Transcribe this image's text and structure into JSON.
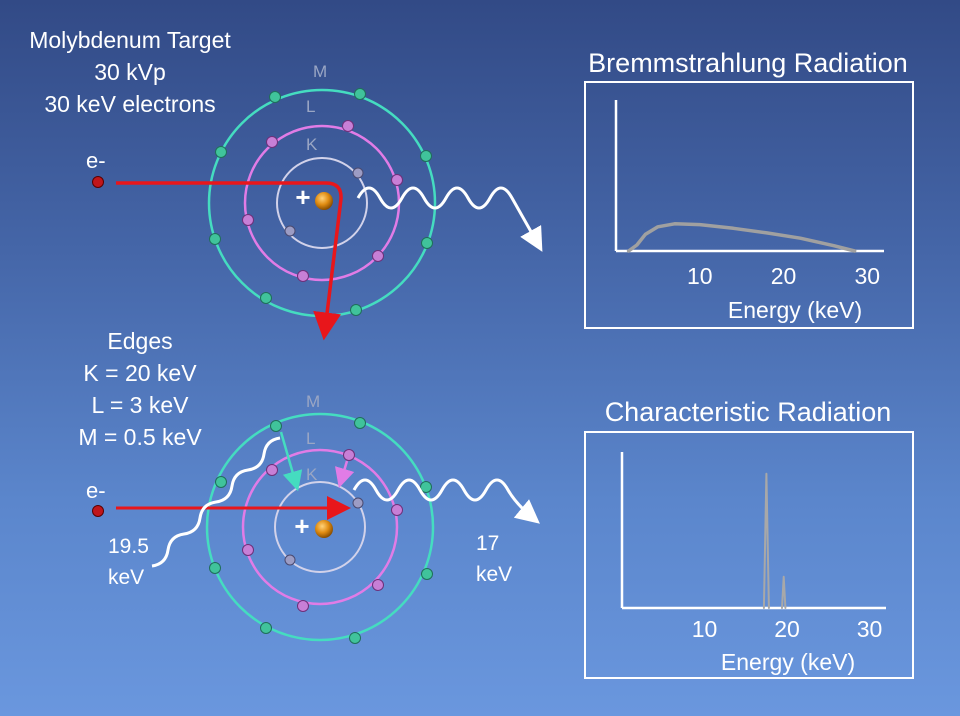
{
  "top_left": {
    "title": "Molybdenum Target",
    "kvp": "30 kVp",
    "electrons": "30 keV electrons"
  },
  "electron_label": "e-",
  "shell_labels": {
    "m": "M",
    "l": "L",
    "k": "K"
  },
  "nucleus_sign": "+",
  "edges": {
    "title": "Edges",
    "k": "K = 20 keV",
    "l": "L = 3 keV",
    "m": "M = 0.5 keV"
  },
  "bottom_atom": {
    "incoming_line1": "19.5",
    "incoming_line2": "keV",
    "outgoing_line1": "17",
    "outgoing_line2": "keV"
  },
  "colors": {
    "m_shell": "#45dcc0",
    "l_shell": "#e17ce6",
    "k_shell": "#d2d2ea",
    "m_electron": "#40c39b",
    "l_electron": "#c77fd6",
    "k_electron": "#9c9cc4",
    "nucleus": "#e08c12",
    "electron_path": "#e8161b"
  },
  "chart_data": [
    {
      "type": "line",
      "title": "Bremmstrahlung Radiation",
      "xlabel": "Energy (keV)",
      "ylabel": "",
      "xlim": [
        0,
        32
      ],
      "ylim": [
        0,
        10
      ],
      "xticks": [
        10,
        20,
        30
      ],
      "series": [
        {
          "x": [
            1.5,
            2.5,
            3.5,
            5,
            7,
            10,
            14,
            18,
            22,
            26,
            28.5
          ],
          "y": [
            0,
            0.4,
            1.1,
            1.6,
            1.8,
            1.75,
            1.5,
            1.2,
            0.85,
            0.35,
            0
          ]
        }
      ]
    },
    {
      "type": "line",
      "title": "Characteristic Radiation",
      "xlabel": "Energy (keV)",
      "ylabel": "",
      "xlim": [
        0,
        32
      ],
      "ylim": [
        0,
        10
      ],
      "xticks": [
        10,
        20,
        30
      ],
      "series": [
        {
          "x": [
            17.2,
            17.5,
            17.8
          ],
          "y": [
            0,
            8.6,
            0
          ]
        },
        {
          "x": [
            19.4,
            19.6,
            19.8
          ],
          "y": [
            0,
            2.0,
            0
          ]
        }
      ]
    }
  ]
}
